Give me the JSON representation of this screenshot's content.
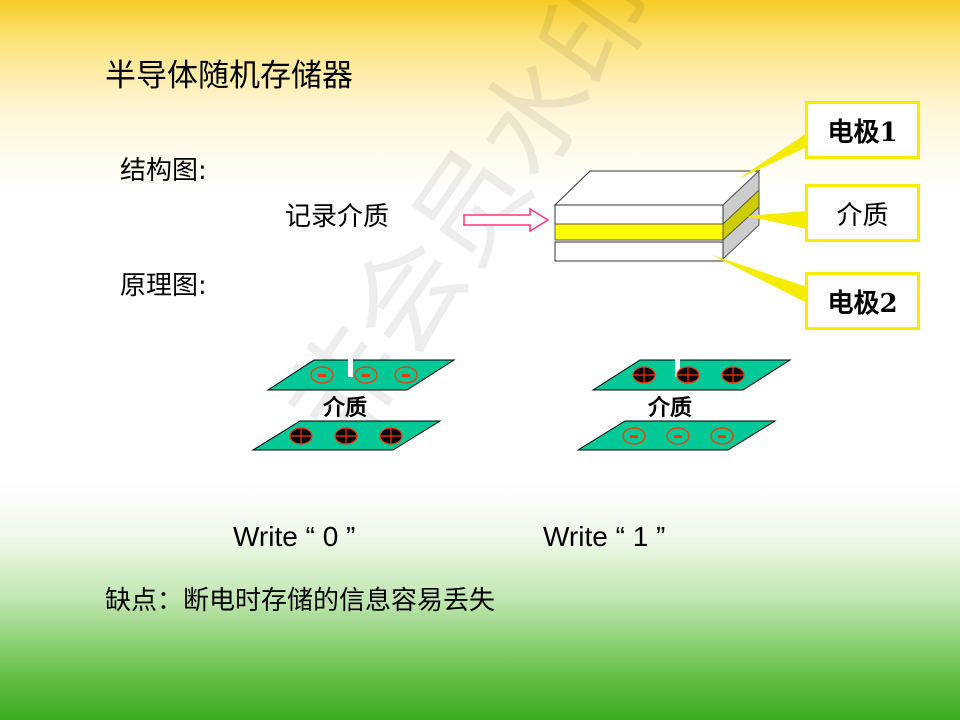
{
  "title": "半导体随机存储器",
  "structure_label": "结构图:",
  "principle_label": "原理图:",
  "medium_label": "记录介质",
  "layers": {
    "electrode1": "电极1",
    "medium": "介质",
    "electrode2": "电极2"
  },
  "diagrams": [
    {
      "medium": "介质",
      "caption": "Write “ 0 ”"
    },
    {
      "medium": "介质",
      "caption": "Write “ 1 ”"
    }
  ],
  "drawback": "缺点：断电时存储的信息容易丢失",
  "watermark": "非会员水印",
  "colors": {
    "plate": "#00c896",
    "medium": "#ffff00",
    "callout": "#f5ec00",
    "charge": "#ff3300"
  }
}
